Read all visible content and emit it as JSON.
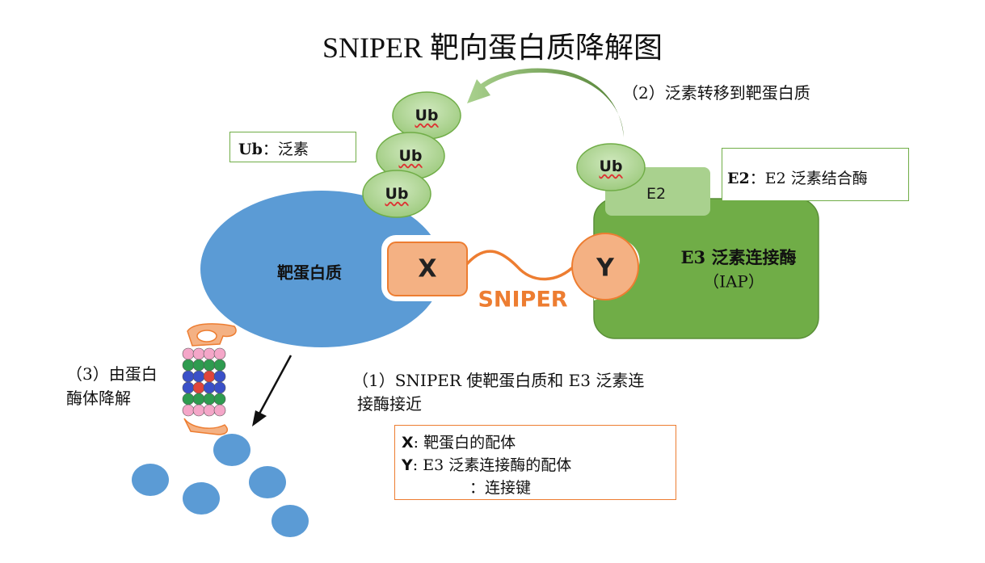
{
  "title": "SNIPER 靶向蛋白质降解图",
  "ub_label": "Ub",
  "e2_label": "E2",
  "target_label": "靶蛋白质",
  "x_label": "X",
  "y_label": "Y",
  "sniper_label": "SNIPER",
  "e3": {
    "name": "E3 泛素连接酶",
    "sub": "（IAP）"
  },
  "ub_legend": {
    "key": "Ub",
    "text": "：泛素"
  },
  "e2_legend": {
    "key": "E2",
    "text": "：E2 泛素结合酶"
  },
  "steps": {
    "step1_line1": "（1）SNIPER 使靶蛋白质和 E3 泛素连",
    "step1_line2": "接酶接近",
    "step2": "（2）泛素转移到靶蛋白质",
    "step3_line1": "（3）由蛋白",
    "step3_line2": "酶体降解"
  },
  "legend": {
    "x_key": "X",
    "x_text": ": 靶蛋白的配体",
    "y_key": "Y",
    "y_text": ": E3 泛素连接酶的配体",
    "link_text": "：连接键"
  },
  "colors": {
    "target": "#5b9bd5",
    "ub_fill": "#a9d18e",
    "ub_stroke": "#70ad47",
    "e2_fill": "#a9d18e",
    "e3_fill": "#70ad47",
    "ligand_fill": "#f4b183",
    "ligand_stroke": "#ed7d31",
    "linker": "#ed7d31",
    "arrow_green": "#6aa84f",
    "legend_border": "#ed7d31",
    "ub_box_border": "#70ad47"
  }
}
